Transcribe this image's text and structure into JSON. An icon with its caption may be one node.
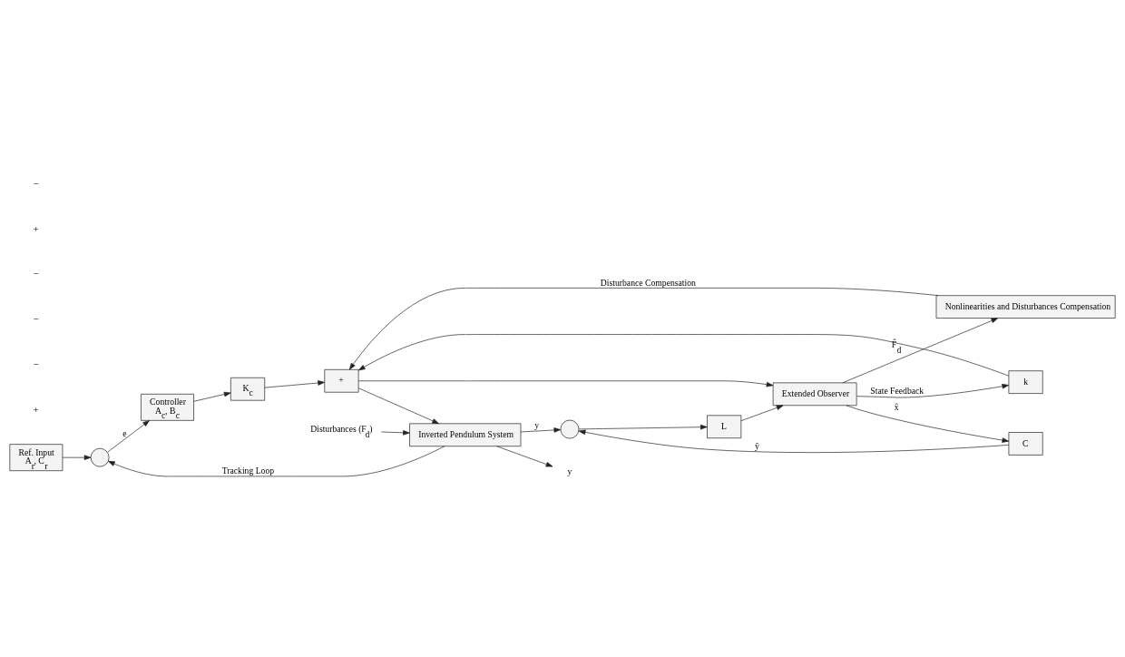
{
  "diagram": {
    "nodes": [
      {
        "text": [
          "Ref. Input",
          "A$_{r}$, C$_{r}$"
        ]
      },
      {
        "text": [],
        "shape": "circle"
      },
      {
        "text": [
          "Controller",
          "A$_{c}$, B$_{c}$"
        ]
      },
      {
        "text": [
          "K$_{c}$"
        ]
      },
      {
        "text": [
          "+"
        ]
      },
      {
        "text": [
          "Inverted Pendulum System"
        ]
      },
      {
        "text": [
          "Disturbances (F$_{d}$)"
        ]
      },
      {
        "text": [
          "y"
        ]
      },
      {
        "text": [],
        "shape": "circle"
      },
      {
        "text": [
          "L"
        ]
      },
      {
        "text": [
          "Extended Observer"
        ]
      },
      {
        "text": [
          "C"
        ]
      },
      {
        "text": [
          "k"
        ]
      },
      {
        "text": [
          "Nonlinearities and Disturbances Compensation"
        ]
      }
    ],
    "edges": [
      {
        "from": 0,
        "to": 1,
        "arrow": "to"
      },
      {
        "from": 1,
        "to": 2,
        "arrow": "to",
        "label": "e"
      },
      {
        "from": 2,
        "to": 3,
        "arrow": "to"
      },
      {
        "from": 3,
        "to": 4,
        "arrow": "to"
      },
      {
        "from": 4,
        "to": 5,
        "arrow": "to"
      },
      {
        "from": 4,
        "to": 10,
        "arrow": "to"
      },
      {
        "from": 6,
        "to": 5,
        "arrow": "to"
      },
      {
        "from": 5,
        "to": 7,
        "arrow": "to"
      },
      {
        "from": 5,
        "to": 8,
        "arrow": "to",
        "label": "y"
      },
      {
        "from": 5,
        "to": 1,
        "arrow": "to",
        "label": "Tracking Loop"
      },
      {
        "from": 8,
        "to": 9,
        "arrow": "to"
      },
      {
        "from": 9,
        "to": 10,
        "arrow": "to"
      },
      {
        "from": 10,
        "to": 11,
        "arrow": "to",
        "label": "x̂"
      },
      {
        "from": 11,
        "to": 8,
        "arrow": "to",
        "label": "ŷ"
      },
      {
        "from": 10,
        "to": 12,
        "arrow": "to",
        "label": "State Feedback"
      },
      {
        "from": 12,
        "to": 4,
        "arrow": "to"
      },
      {
        "from": 10,
        "to": 13,
        "arrow": "to",
        "label": "F̂$_{d}$"
      },
      {
        "from": 13,
        "to": 4,
        "arrow": "to",
        "label": "Disturbance Compensation"
      }
    ],
    "labels": [
      "+",
      "−",
      "−",
      "−",
      "+",
      "−"
    ]
  }
}
